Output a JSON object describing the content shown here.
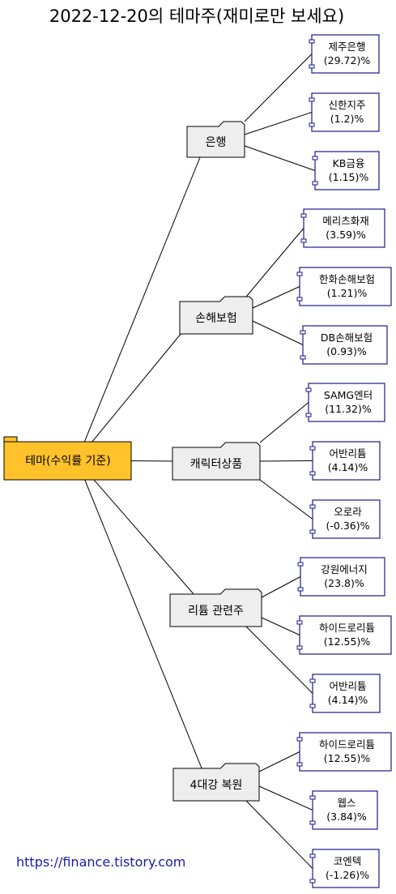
{
  "title": "2022-12-20의 테마주(재미로만 보세요)",
  "root": {
    "label": "테마(수익률 기준)"
  },
  "themes": [
    {
      "label": "은행",
      "stocks": [
        {
          "name": "제주은행",
          "ret": "(29.72)%"
        },
        {
          "name": "신한지주",
          "ret": "(1.2)%"
        },
        {
          "name": "KB금융",
          "ret": "(1.15)%"
        }
      ]
    },
    {
      "label": "손해보험",
      "stocks": [
        {
          "name": "메리츠화재",
          "ret": "(3.59)%"
        },
        {
          "name": "한화손해보험",
          "ret": "(1.21)%"
        },
        {
          "name": "DB손해보험",
          "ret": "(0.93)%"
        }
      ]
    },
    {
      "label": "캐릭터상품",
      "stocks": [
        {
          "name": "SAMG엔터",
          "ret": "(11.32)%"
        },
        {
          "name": "어반리튬",
          "ret": "(4.14)%"
        },
        {
          "name": "오로라",
          "ret": "(-0.36)%"
        }
      ]
    },
    {
      "label": "리튬 관련주",
      "stocks": [
        {
          "name": "강원에너지",
          "ret": "(23.8)%"
        },
        {
          "name": "하이드로리튬",
          "ret": "(12.55)%"
        },
        {
          "name": "어반리튬",
          "ret": "(4.14)%"
        }
      ]
    },
    {
      "label": "4대강 복원",
      "stocks": [
        {
          "name": "하이드로리튬",
          "ret": "(12.55)%"
        },
        {
          "name": "웹스",
          "ret": "(3.84)%"
        },
        {
          "name": "코엔텍",
          "ret": "(-1.26)%"
        }
      ]
    }
  ],
  "footer": {
    "url": "https://finance.tistory.com"
  },
  "colors": {
    "root_fill": "#ffc22a",
    "theme_fill": "#eeeeee",
    "leaf_border": "#1a1a8c",
    "line": "#000000"
  }
}
